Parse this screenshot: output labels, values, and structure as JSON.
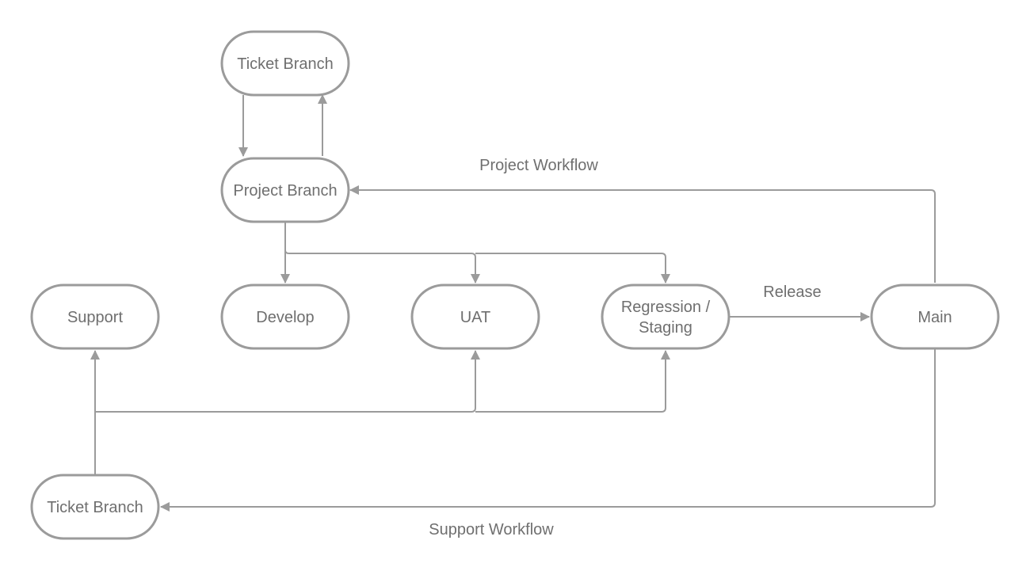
{
  "diagram": {
    "colors": {
      "stroke": "#9b9b9b",
      "text": "#6f6f6f",
      "background": "#ffffff"
    },
    "nodes": {
      "ticket_branch_top": {
        "label": [
          "Ticket Branch"
        ]
      },
      "project_branch": {
        "label": [
          "Project Branch"
        ]
      },
      "support": {
        "label": [
          "Support"
        ]
      },
      "develop": {
        "label": [
          "Develop"
        ]
      },
      "uat": {
        "label": [
          "UAT"
        ]
      },
      "regression_staging": {
        "label": [
          "Regression /",
          "Staging"
        ]
      },
      "main": {
        "label": [
          "Main"
        ]
      },
      "ticket_branch_bottom": {
        "label": [
          "Ticket Branch"
        ]
      }
    },
    "edge_labels": {
      "project_workflow": "Project Workflow",
      "release": "Release",
      "support_workflow": "Support Workflow"
    }
  }
}
